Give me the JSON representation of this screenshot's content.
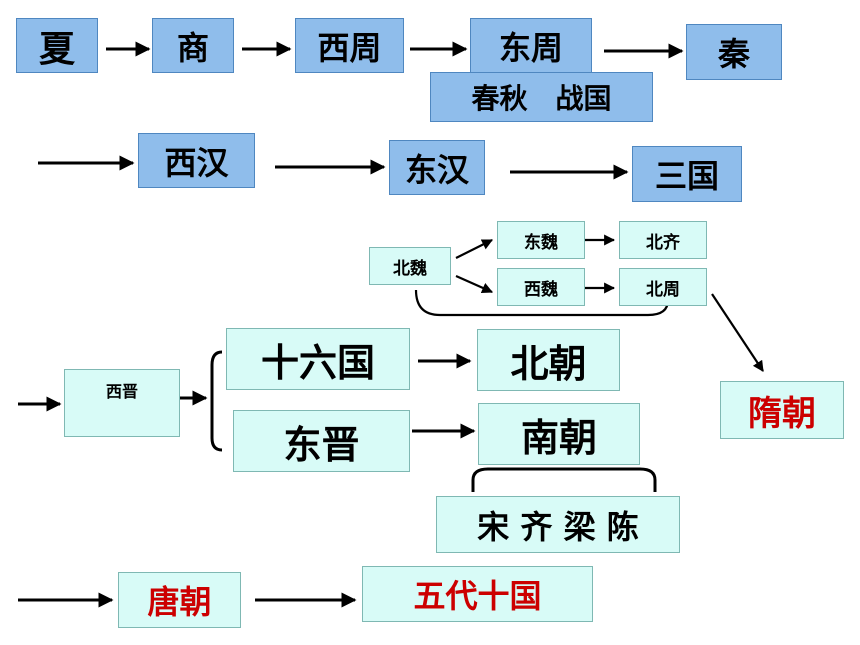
{
  "row1": {
    "xia": "夏",
    "shang": "商",
    "xizhou": "西周",
    "dongzhou": "东周",
    "chunqiu_zhanguo": "春秋　战国",
    "qin": "秦"
  },
  "row2": {
    "xihan": "西汉",
    "donghan": "东汉",
    "sanguo": "三国"
  },
  "split": {
    "beiwei": "北魏",
    "dongwei": "东魏",
    "xiwei": "西魏",
    "beiqi": "北齐",
    "beizhou": "北周"
  },
  "middle": {
    "xijin": "西晋",
    "shiliuguo": "十六国",
    "dongjin": "东晋",
    "beichao": "北朝",
    "nanchao": "南朝",
    "song_qi_liang_chen": "宋 齐 梁 陈",
    "suichao": "隋朝"
  },
  "row_last": {
    "tangchao": "唐朝",
    "wudai_shiguo": "五代十国"
  },
  "colors": {
    "blue_box": "#8fbdeb",
    "cyan_box": "#d8fbf7",
    "red_text": "#cc0000"
  }
}
